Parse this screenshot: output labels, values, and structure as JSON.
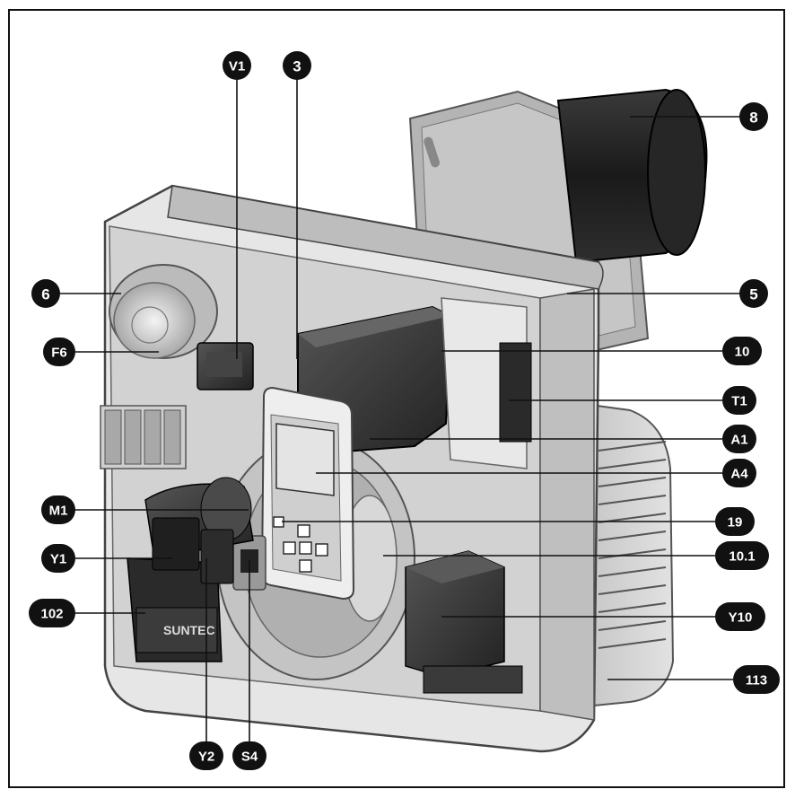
{
  "labels": {
    "V1": "V1",
    "3": "3",
    "8": "8",
    "6": "6",
    "5": "5",
    "F6": "F6",
    "10": "10",
    "T1": "T1",
    "A1": "A1",
    "A4": "A4",
    "M1": "M1",
    "19": "19",
    "Y1": "Y1",
    "10_1": "10.1",
    "102": "102",
    "Y10": "Y10",
    "113": "113",
    "Y2": "Y2",
    "S4": "S4"
  },
  "pump_brand": "SUNTEC"
}
